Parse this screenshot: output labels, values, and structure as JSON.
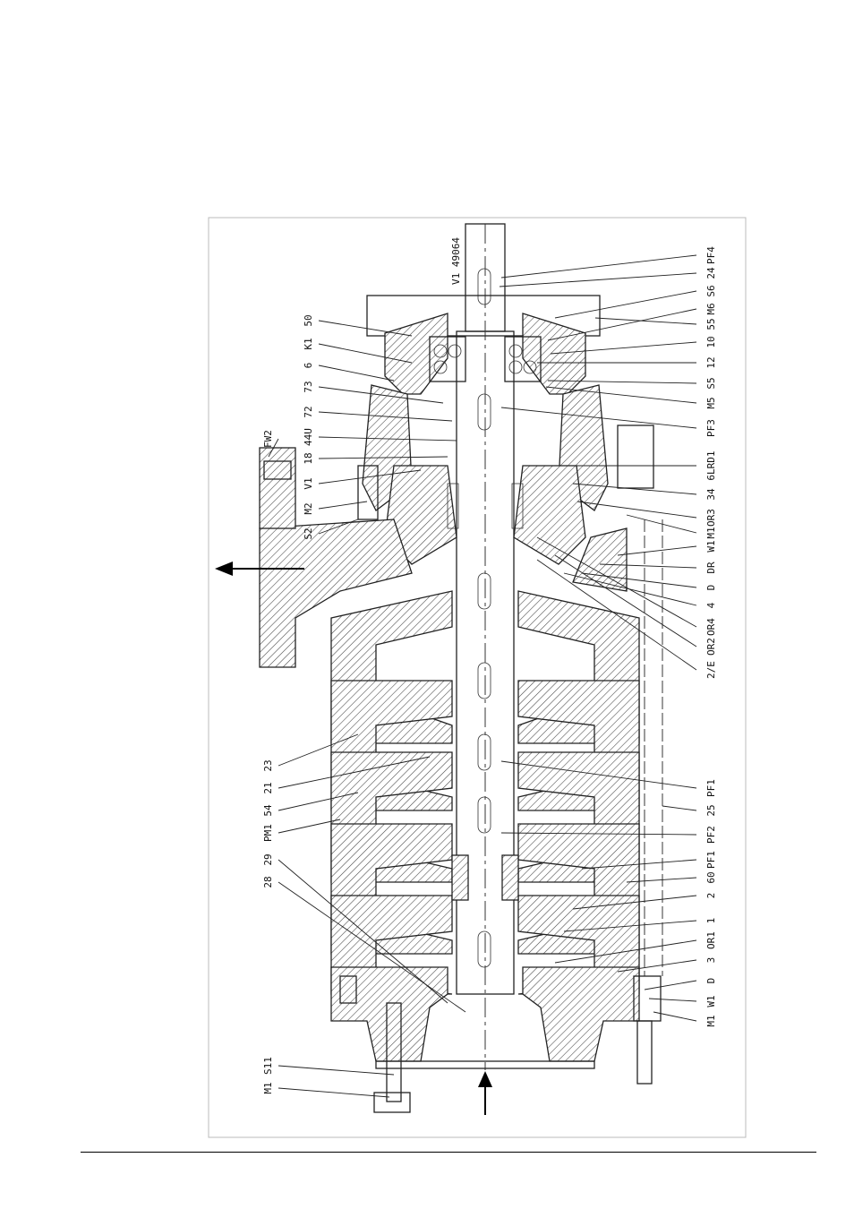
{
  "drawing_id": "V1 49064",
  "labels_left": [
    "FW2",
    "50",
    "K1",
    "6",
    "73",
    "72",
    "44U",
    "18",
    "V1",
    "M2",
    "S2",
    "23",
    "21",
    "54",
    "PM1",
    "29",
    "28",
    "S11",
    "M1"
  ],
  "labels_right": [
    "PF4",
    "24",
    "S6",
    "M6",
    "55",
    "10",
    "12",
    "S5",
    "M5",
    "PF3",
    "6LRD1",
    "34",
    "OR3",
    "M1",
    "W1",
    "DR",
    "D",
    "4",
    "OR4",
    "OR2",
    "2/E",
    "PF1",
    "25",
    "PF2",
    "PF1",
    "60",
    "2",
    "1",
    "OR1",
    "3",
    "D",
    "W1",
    "M1"
  ],
  "arrows": {
    "outlet": "left-arrow-icon",
    "inlet": "up-arrow-icon"
  }
}
